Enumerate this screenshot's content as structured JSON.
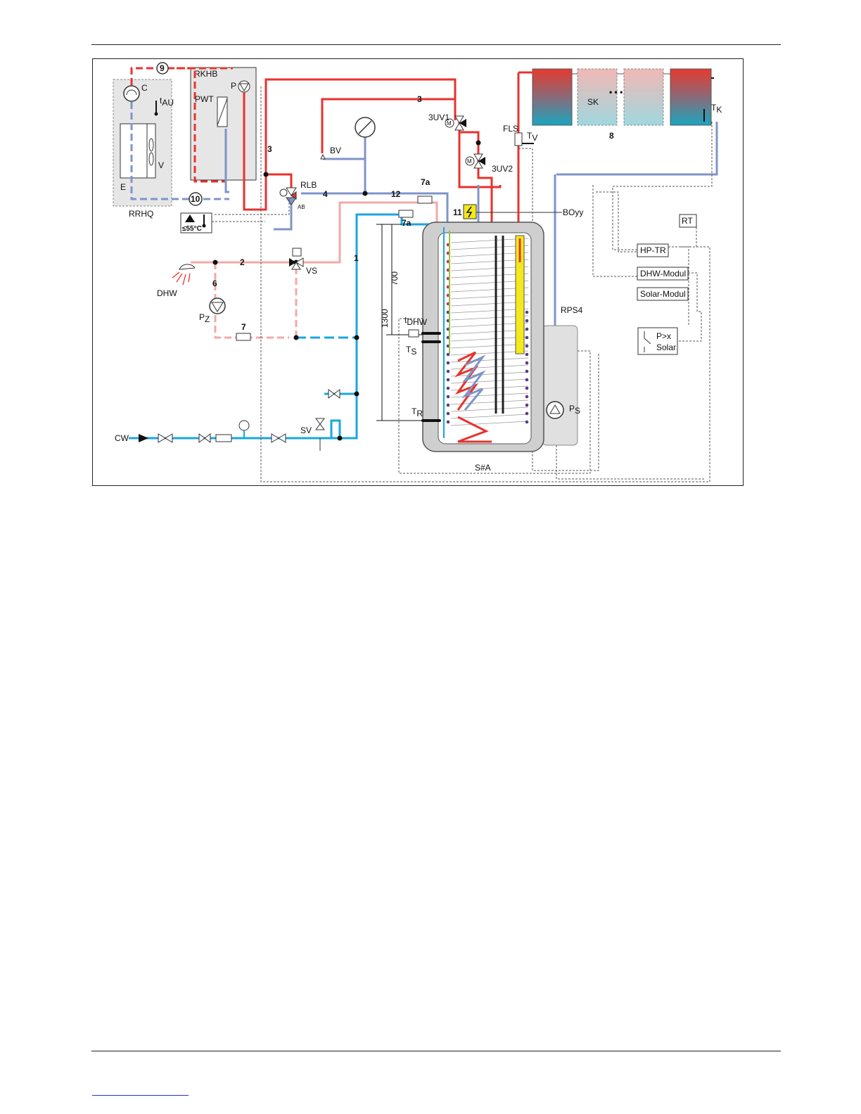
{
  "labels": {
    "n9": "9",
    "n10": "10",
    "C": "C",
    "tAU": "t",
    "tAU_sub": "AU",
    "V": "V",
    "E": "E",
    "RRHQ": "RRHQ",
    "RKHB": "RKHB",
    "PWT": "PWT",
    "P": "P",
    "n3a": "3",
    "RLB": "RLB",
    "AB": "AB",
    "n4": "4",
    "temp55": "≤55°C",
    "BV": "BV",
    "n3b": "3",
    "n3c": "3",
    "UV1": "3UV1",
    "UV2": "3UV2",
    "M": "M",
    "n12": "12",
    "n7a": "7a",
    "n7a2": "7a",
    "n11": "11",
    "BOyy": "BOyy",
    "FLS": "FLS",
    "TV": "T",
    "TV_sub": "V",
    "SK": "SK",
    "n8": "8",
    "TK": "T",
    "TK_sub": "K",
    "RT": "RT",
    "HPTR": "HP-TR",
    "DHWModul": "DHW-Modul",
    "SolarModul": "Solar-Modul",
    "Px": "P>x",
    "Solar": "Solar",
    "n2": "2",
    "VS": "VS",
    "DHW": "DHW",
    "n6": "6",
    "PZ": "P",
    "PZ_sub": "Z",
    "n7": "7",
    "n1": "1",
    "d700": "700",
    "d1300": "1300",
    "tDHW": "t",
    "tDHW_sub": "DHW",
    "TS": "T",
    "TS_sub": "S",
    "TR": "T",
    "TR_sub": "R",
    "RPS4": "RPS4",
    "PS": "P",
    "PS_sub": "S",
    "SA": "S#A",
    "CW": "CW",
    "SV": "SV"
  },
  "colors": {
    "hot": "#e8322d",
    "return": "#7f95c8",
    "cold": "#1aa6e0",
    "dhw": "#f2a9a9",
    "panel": "#e5e5e5",
    "heater": "#f4e91a",
    "tank": "#cfcfcf"
  }
}
